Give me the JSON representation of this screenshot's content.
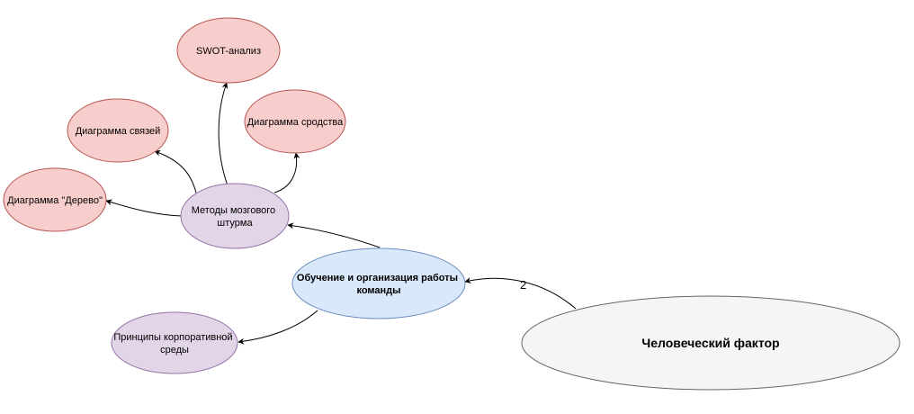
{
  "colors": {
    "red_fill": "#f8cecc",
    "red_stroke": "#b85450",
    "purple_fill": "#e1d5e7",
    "purple_stroke": "#9673a6",
    "blue_fill": "#dae8fc",
    "blue_stroke": "#6c8ebf",
    "gray_fill": "#f5f5f5",
    "gray_stroke": "#666666"
  },
  "nodes": {
    "swot": {
      "lines": [
        "SWOT-анализ"
      ]
    },
    "affinity": {
      "lines": [
        "Диаграмма сродства"
      ]
    },
    "relations": {
      "lines": [
        "Диаграмма связей"
      ]
    },
    "tree": {
      "lines": [
        "Диаграмма \"Дерево\""
      ]
    },
    "brainstorm": {
      "lines": [
        "Методы мозгового",
        "штурма"
      ]
    },
    "training": {
      "lines": [
        "Обучение и организация работы",
        "команды"
      ]
    },
    "culture": {
      "lines": [
        "Принципы корпоративной",
        "среды"
      ]
    },
    "human": {
      "lines": [
        "Человеческий фактор"
      ]
    }
  },
  "edges": {
    "human_to_training": {
      "label": "2"
    }
  }
}
